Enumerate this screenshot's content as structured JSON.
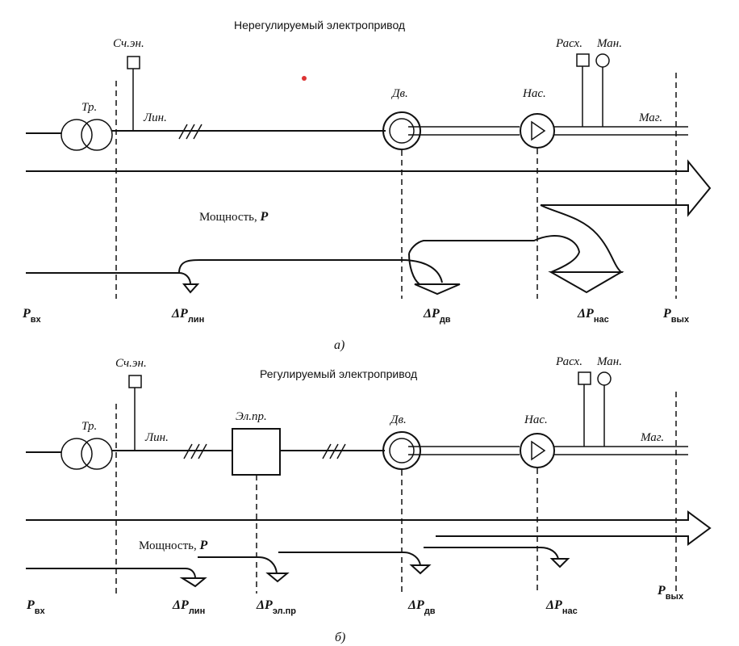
{
  "diagram_a": {
    "title": "Нерегулируемый электропривод",
    "meter": "Сч.эн.",
    "transformer": "Тр.",
    "line": "Лин.",
    "motor": "Дв.",
    "pump": "Нас.",
    "flow": "Расх.",
    "manometer": "Ман.",
    "main": "Маг.",
    "power": "Мощность, ",
    "power_sym": "P",
    "p_in": {
      "main": "P",
      "sub": "вх"
    },
    "dp_line": {
      "main": "ΔP",
      "sub": "лин"
    },
    "dp_motor": {
      "main": "ΔP",
      "sub": "дв"
    },
    "dp_pump": {
      "main": "ΔP",
      "sub": "нас"
    },
    "p_out": {
      "main": "P",
      "sub": "вых"
    },
    "caption": "а)"
  },
  "diagram_b": {
    "title": "Регулируемый электропривод",
    "meter": "Сч.эн.",
    "transformer": "Тр.",
    "line": "Лин.",
    "drive": "Эл.пр.",
    "motor": "Дв.",
    "pump": "Нас.",
    "flow": "Расх.",
    "manometer": "Ман.",
    "main": "Маг.",
    "power": "Мощность, ",
    "power_sym": "P",
    "p_in": {
      "main": "P",
      "sub": "вх"
    },
    "dp_line": {
      "main": "ΔP",
      "sub": "лин"
    },
    "dp_drive": {
      "main": "ΔP",
      "sub": "эл.пр"
    },
    "dp_motor": {
      "main": "ΔP",
      "sub": "дв"
    },
    "dp_pump": {
      "main": "ΔP",
      "sub": "нас"
    },
    "p_out": {
      "main": "P",
      "sub": "вых"
    },
    "caption": "б)"
  }
}
